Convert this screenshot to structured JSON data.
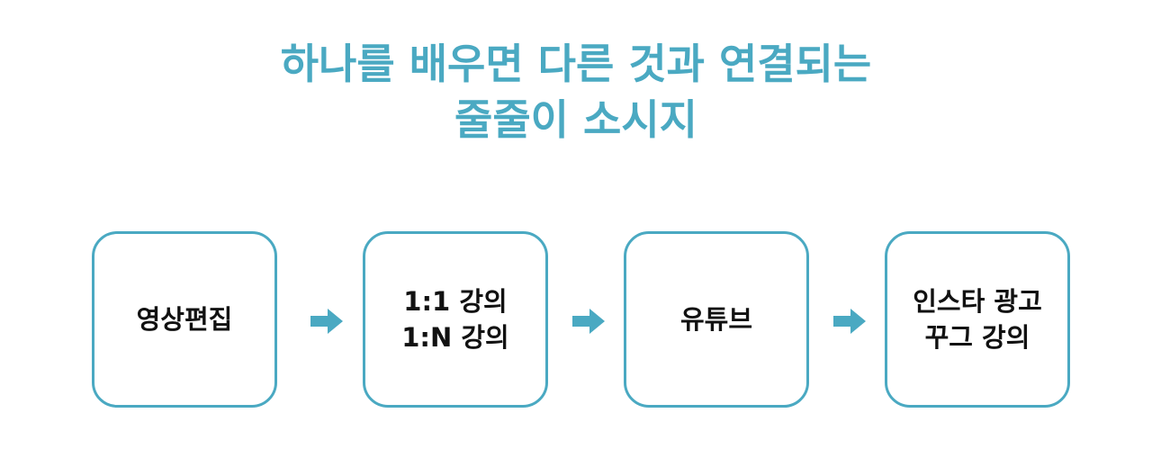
{
  "title": {
    "line1": "하나를 배우면 다른 것과 연결되는",
    "line2": "줄줄이 소시지"
  },
  "steps": [
    {
      "lines": [
        "영상편집"
      ]
    },
    {
      "lines": [
        "1:1 강의",
        "1:N 강의"
      ]
    },
    {
      "lines": [
        "유튜브"
      ]
    },
    {
      "lines": [
        "인스타 광고",
        "꾸그 강의"
      ]
    }
  ],
  "colors": {
    "accent": "#4aa9c2",
    "text": "#111111",
    "background": "#ffffff"
  },
  "icons": {
    "connector": "arrow-right-icon"
  }
}
